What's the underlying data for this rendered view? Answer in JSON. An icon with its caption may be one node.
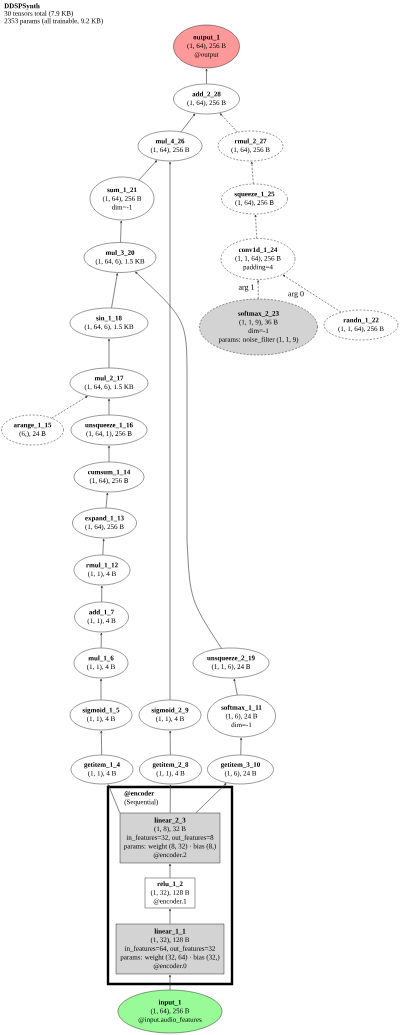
{
  "diagram": {
    "title": "DDSPSynth",
    "nodes": [
      {
        "text": [
          "output_1",
          "(1, 64), 256 B",
          "@output"
        ]
      },
      {
        "text": [
          "add_2_28",
          "(1, 64), 256 B"
        ]
      },
      {
        "text": [
          "mul_4_26",
          "(1, 64), 256 B"
        ]
      },
      {
        "text": [
          "rmul_2_27",
          "(1, 64), 256 B"
        ]
      },
      {
        "text": [
          "sum_1_21",
          "(1, 64), 256 B",
          "dim=-1"
        ]
      },
      {
        "text": [
          "squeeze_1_25",
          "(1, 64), 256 B"
        ]
      },
      {
        "text": [
          "mul_3_20",
          "(1, 64, 6), 1.5 KB"
        ]
      },
      {
        "text": [
          "conv1d_1_24",
          "(1, 1, 64), 256 B",
          "padding=4"
        ]
      },
      {
        "text": [
          "sin_1_18",
          "(1, 64, 6), 1.5 KB"
        ]
      },
      {
        "text": [
          "softmax_2_23",
          "(1, 1, 9), 36 B",
          "dim=-1",
          "params: noise_filter (1, 1, 9)"
        ]
      },
      {
        "text": [
          "randn_1_22",
          "(1, 1, 64), 256 B"
        ]
      },
      {
        "text": [
          "mul_2_17",
          "(1, 64, 6), 1.5 KB"
        ]
      },
      {
        "text": [
          "arange_1_15",
          "(6,), 24 B"
        ]
      },
      {
        "text": [
          "unsqueeze_1_16",
          "(1, 64, 1), 256 B"
        ]
      },
      {
        "text": [
          "cumsum_1_14",
          "(1, 64), 256 B"
        ]
      },
      {
        "text": [
          "expand_1_13",
          "(1, 64), 256 B"
        ]
      },
      {
        "text": [
          "rmul_1_12",
          "(1, 1), 4 B"
        ]
      },
      {
        "text": [
          "add_1_7",
          "(1, 1), 4 B"
        ]
      },
      {
        "text": [
          "mul_1_6",
          "(1, 1), 4 B"
        ]
      },
      {
        "text": [
          "unsqueeze_2_19",
          "(1, 1, 6), 24 B"
        ]
      },
      {
        "text": [
          "sigmoid_1_5",
          "(1, 1), 4 B"
        ]
      },
      {
        "text": [
          "sigmoid_2_9",
          "(1, 1), 4 B"
        ]
      },
      {
        "text": [
          "softmax_1_11",
          "(1, 6), 24 B",
          "dim=-1"
        ]
      },
      {
        "text": [
          "getitem_1_4",
          "(1, 1), 4 B"
        ]
      },
      {
        "text": [
          "getitem_2_8",
          "(1, 1), 4 B"
        ]
      },
      {
        "text": [
          "getitem_3_10",
          "(1, 6), 24 B"
        ]
      },
      {
        "text": [
          "@encoder",
          "(Sequential)"
        ]
      },
      {
        "text": [
          "linear_2_3",
          "(1, 8), 32 B",
          "in_features=32, out_features=8",
          "params: weight (8, 32) · bias (8,)",
          "@encoder.2"
        ],
        "in": 26
      },
      {
        "text": [
          "relu_1_2",
          "(1, 32), 128 B",
          "@encoder.1"
        ],
        "in": 26
      },
      {
        "text": [
          "linear_1_1",
          "(1, 32), 128 B",
          "in_features=64, out_features=32",
          "params: weight (32, 64) · bias (32,)",
          "@encoder.0"
        ],
        "in": 26
      },
      {
        "text": [
          "input_1",
          "(1, 64), 256 B",
          "@input.audio_features"
        ]
      }
    ],
    "edges": [
      {
        "from": 30,
        "to": 29,
        "arrow": "to"
      },
      {
        "from": 29,
        "to": 28,
        "arrow": "to"
      },
      {
        "from": 28,
        "to": 27,
        "arrow": "to"
      },
      {
        "from": 27,
        "to": 23,
        "arrow": "to"
      },
      {
        "from": 27,
        "to": 24,
        "arrow": "to"
      },
      {
        "from": 27,
        "to": 25,
        "arrow": "to"
      },
      {
        "from": 23,
        "to": 20,
        "arrow": "to"
      },
      {
        "from": 20,
        "to": 18,
        "arrow": "to"
      },
      {
        "from": 18,
        "to": 17,
        "arrow": "to"
      },
      {
        "from": 17,
        "to": 16,
        "arrow": "to"
      },
      {
        "from": 16,
        "to": 15,
        "arrow": "to"
      },
      {
        "from": 15,
        "to": 14,
        "arrow": "to"
      },
      {
        "from": 14,
        "to": 13,
        "arrow": "to"
      },
      {
        "from": 13,
        "to": 11,
        "arrow": "to"
      },
      {
        "from": 12,
        "to": 11,
        "arrow": "to",
        "style": "dashed"
      },
      {
        "from": 11,
        "to": 8,
        "arrow": "to"
      },
      {
        "from": 8,
        "to": 6,
        "arrow": "to"
      },
      {
        "from": 25,
        "to": 22,
        "arrow": "to"
      },
      {
        "from": 22,
        "to": 19,
        "arrow": "to"
      },
      {
        "from": 19,
        "to": 6,
        "arrow": "to"
      },
      {
        "from": 6,
        "to": 4,
        "arrow": "to"
      },
      {
        "from": 24,
        "to": 21,
        "arrow": "to"
      },
      {
        "from": 21,
        "to": 2,
        "arrow": "to"
      },
      {
        "from": 4,
        "to": 2,
        "arrow": "to"
      },
      {
        "from": 10,
        "to": 7,
        "arrow": "to",
        "style": "dashed",
        "label": "arg 0"
      },
      {
        "from": 9,
        "to": 7,
        "arrow": "to",
        "style": "dashed",
        "label": "arg 1"
      },
      {
        "from": 7,
        "to": 5,
        "arrow": "to",
        "style": "dashed"
      },
      {
        "from": 5,
        "to": 3,
        "arrow": "to",
        "style": "dashed"
      },
      {
        "from": 3,
        "to": 1,
        "arrow": "to",
        "style": "dashed"
      },
      {
        "from": 2,
        "to": 1,
        "arrow": "to"
      },
      {
        "from": 1,
        "to": 0,
        "arrow": "to"
      }
    ],
    "labels": [
      "30 tensors total (7.9 KB)",
      "2353 params (all trainable, 9.2 KB)"
    ]
  }
}
